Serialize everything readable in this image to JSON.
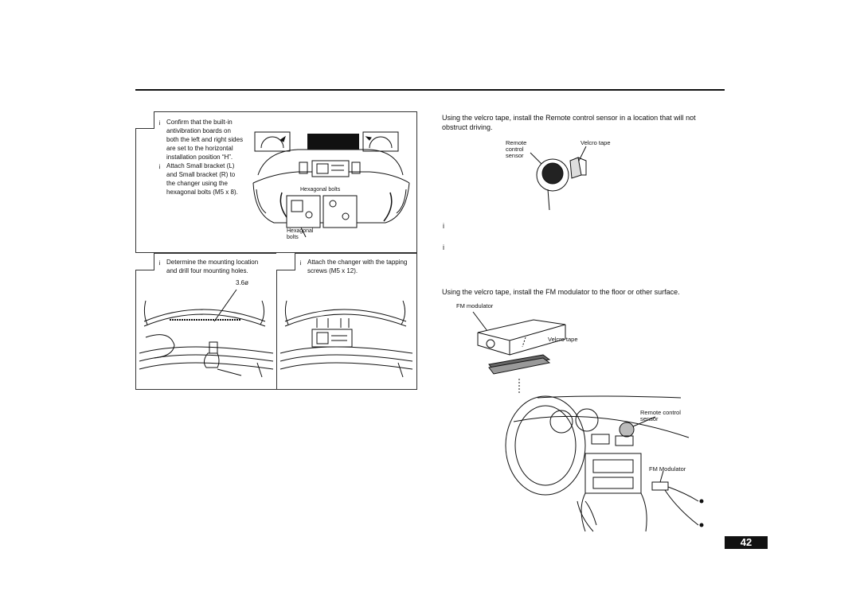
{
  "step1": {
    "bullet": "¡",
    "text_lines": [
      "Confirm that the built-in",
      "antivibration boards on",
      "both the left and right sides",
      "are set to the horizontal",
      "installation position “H”."
    ],
    "text2_lines": [
      "Attach Small bracket (L)",
      "and Small bracket (R) to",
      "the changer using the",
      "hexagonal bolts (M5 x 8)."
    ],
    "label_hex_bolts": "Hexagonal bolts",
    "label_hexagonal": "Hexagonal",
    "label_bolts": "bolts"
  },
  "step2": {
    "text_lines": [
      "Determine the mounting location",
      "and drill four mounting holes."
    ],
    "label_size": "3.6ø"
  },
  "step3": {
    "text_lines": [
      "Attach the changer with the tapping",
      "screws (M5 x 12)."
    ]
  },
  "right": {
    "para1_lines": [
      "Using the velcro tape, install the Remote control sensor in a location that will not",
      "obstruct driving."
    ],
    "label_remote": [
      "Remote",
      "control",
      "sensor"
    ],
    "label_velcro_tape": "Velcro tape",
    "bullet_a": "i",
    "bullet_b": "i",
    "para2": "Using the velcro tape, install the FM modulator to the floor or other surface.",
    "label_fm_modulator": "FM modulator",
    "label_velcro_tape2": "Velcro tape",
    "label_remote_control": [
      "Remote control",
      "sensor"
    ],
    "label_fm_modulator2": "FM Modulator"
  },
  "page_number": "42"
}
